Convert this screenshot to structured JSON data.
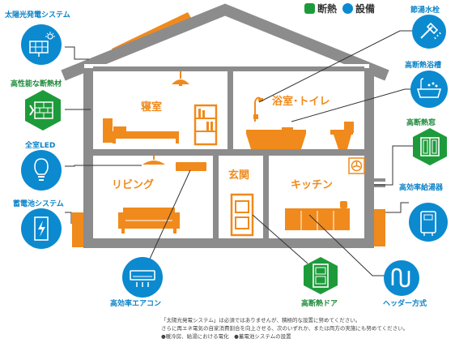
{
  "legend": {
    "insulation": "断熱",
    "equipment": "設備"
  },
  "colors": {
    "insulation": "#1d9b3a",
    "equipment": "#0b8ad0",
    "accent": "#f08a1c",
    "frame": "#8a8a8a",
    "floor": "#b9b9b9"
  },
  "labels": {
    "solar": "太陽光発電システム",
    "insulation_material": "高性能な断熱材",
    "led": "全室LED",
    "battery": "蓄電池システム",
    "aircon": "高効率エアコン",
    "faucet": "節湯水栓",
    "bathtub": "高断熱浴槽",
    "window": "高断熱窓",
    "water_heater": "高効率給湯器",
    "door": "高断熱ドア",
    "header": "ヘッダー方式"
  },
  "icons": {
    "solar": "solar-panel-icon",
    "insulation_material": "insulation-wall-icon",
    "led": "light-bulb-icon",
    "battery": "battery-icon",
    "aircon": "air-conditioner-icon",
    "faucet": "shower-faucet-icon",
    "bathtub": "bathtub-icon",
    "window": "window-icon",
    "water_heater": "water-heater-icon",
    "door": "door-icon",
    "header": "header-pipe-icon"
  },
  "rooms": {
    "bedroom": "寝室",
    "bath": "浴室･トイレ",
    "living": "リビング",
    "entrance": "玄関",
    "kitchen": "キッチン"
  },
  "footnote": {
    "line1": "「太陽光発電システム」は必須ではありませんが、積極的な設置に努めてください。",
    "line2": "さらに再エネ電気の自家消費割合を向上させる、次のいずれか、または両方の実施にも努めてください。",
    "line3": "●暖冷房、給湯における電化　●蓄電池システムの設置"
  }
}
